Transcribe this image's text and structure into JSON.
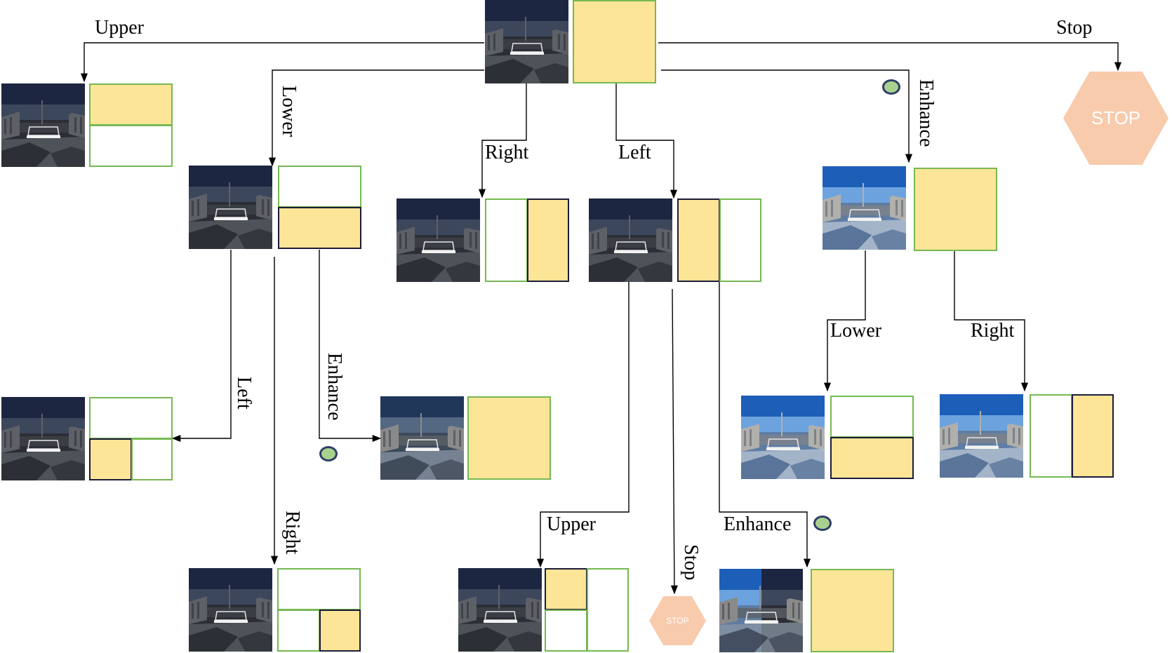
{
  "labels": {
    "upper_top": "Upper",
    "stop_top": "Stop",
    "lower_top": "Lower",
    "right_top": "Right",
    "left_top": "Left",
    "enhance_top": "Enhance",
    "left_mid": "Left",
    "enhance_mid": "Enhance",
    "right_bottom": "Right",
    "upper_bottom": "Upper",
    "stop_bottom": "Stop",
    "enhance_bottom": "Enhance",
    "lower_right": "Lower",
    "right_right": "Right"
  },
  "stop_text": "STOP",
  "colors": {
    "selected_region": "#fce597",
    "region_border": "#76b852",
    "stop_fill": "#f8cbad",
    "enhance_dot": "#a9d18e",
    "connector": "#000000"
  },
  "nodes": [
    {
      "id": "root",
      "tone": "dark",
      "region": "full"
    },
    {
      "id": "upper",
      "tone": "dark",
      "region": "upper"
    },
    {
      "id": "lower",
      "tone": "dark",
      "region": "lower"
    },
    {
      "id": "right",
      "tone": "dark",
      "region": "right"
    },
    {
      "id": "left",
      "tone": "dark",
      "region": "left"
    },
    {
      "id": "enhance",
      "tone": "bright",
      "region": "full"
    },
    {
      "id": "lower-left",
      "tone": "dark",
      "region": "lower-left"
    },
    {
      "id": "lower-enhance",
      "tone": "medium",
      "region": "full"
    },
    {
      "id": "lower-right",
      "tone": "dark",
      "region": "lower-right"
    },
    {
      "id": "left-upper",
      "tone": "dark",
      "region": "upper-left"
    },
    {
      "id": "left-enhance",
      "tone": "split",
      "region": "full"
    },
    {
      "id": "enhance-lower",
      "tone": "bright",
      "region": "lower"
    },
    {
      "id": "enhance-right",
      "tone": "bright",
      "region": "right"
    }
  ]
}
